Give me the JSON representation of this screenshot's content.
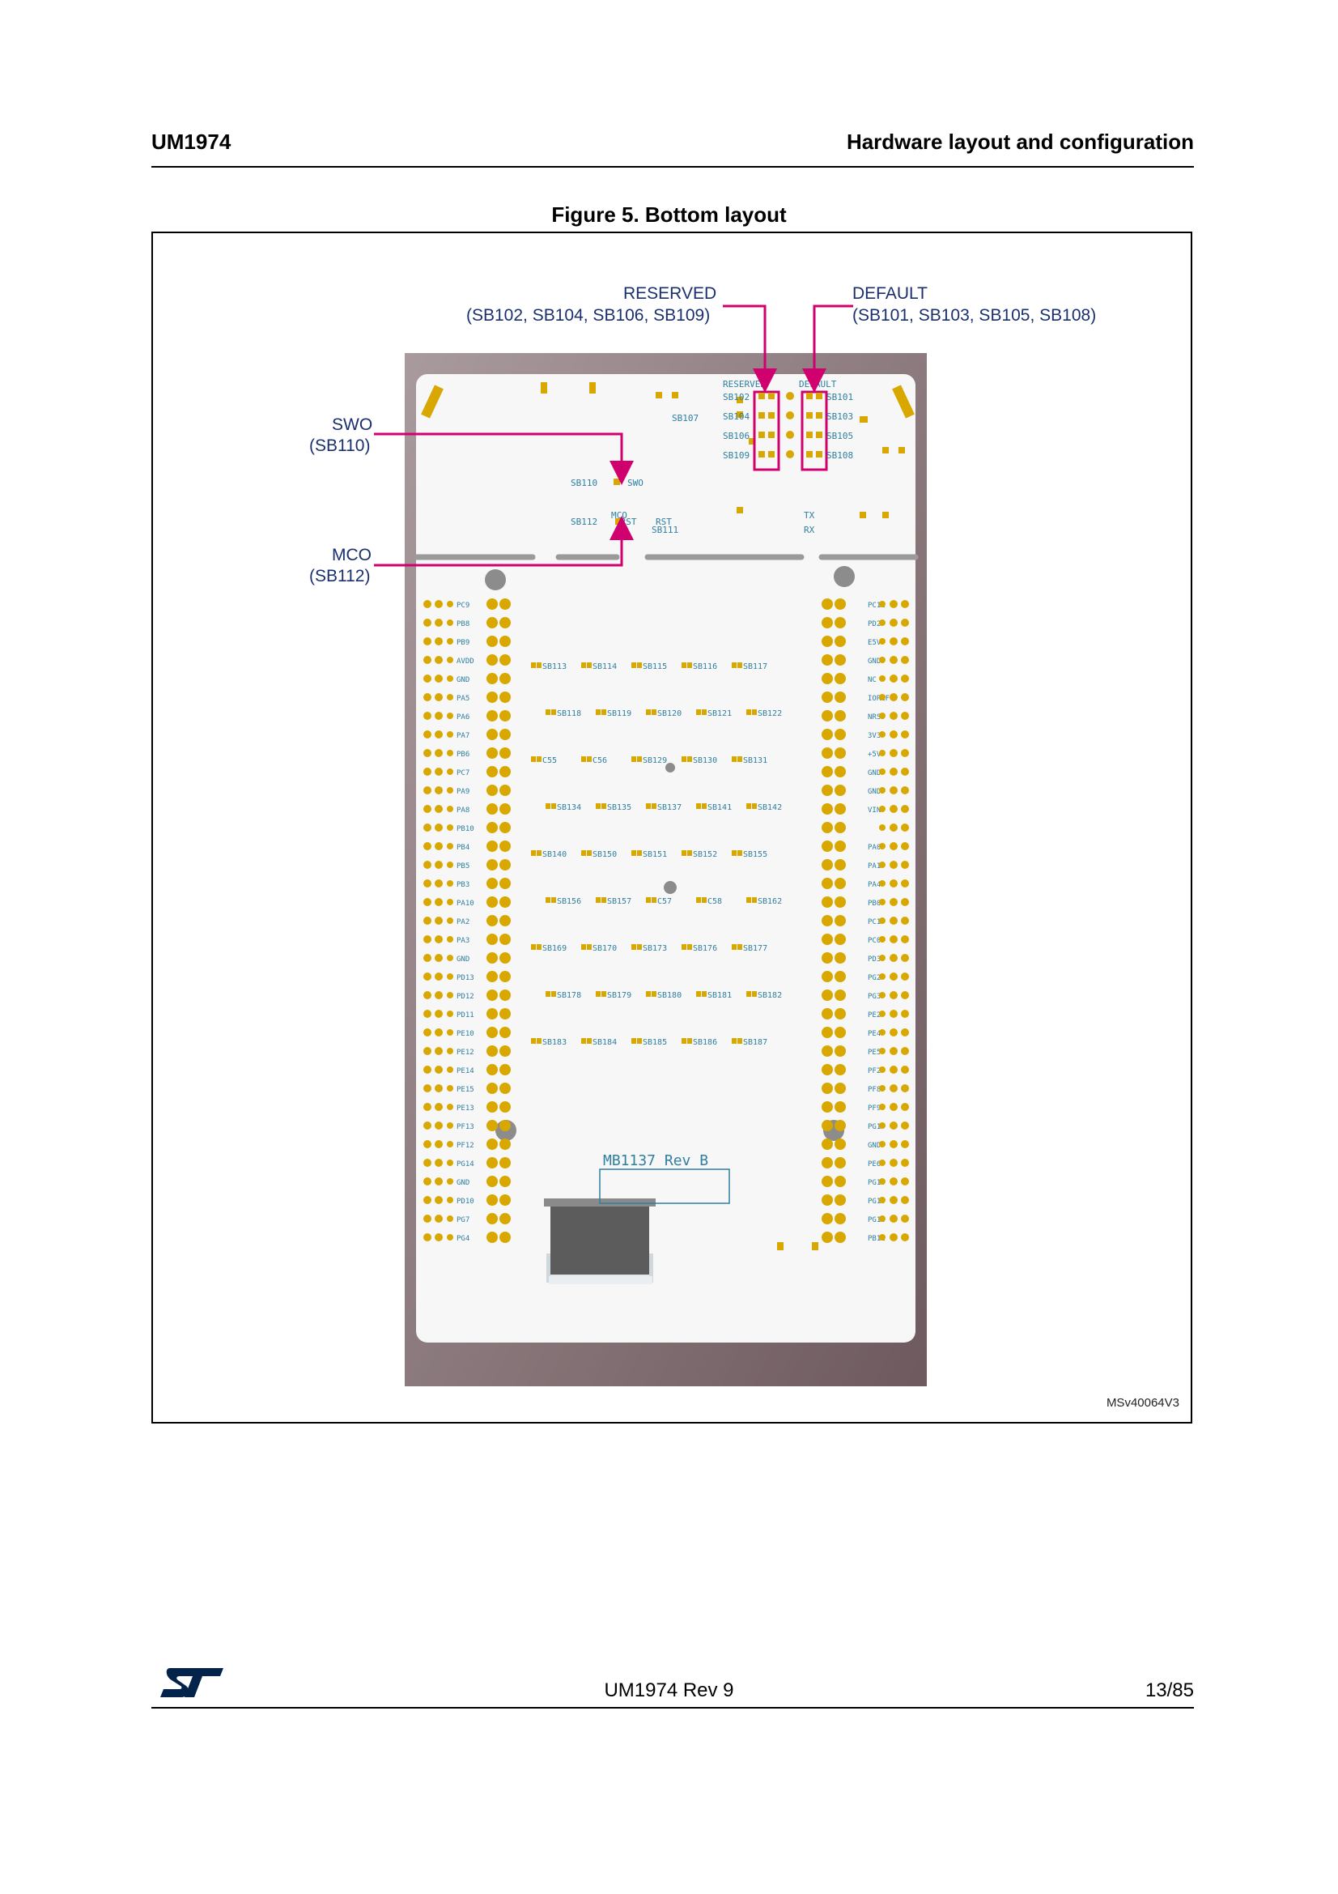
{
  "header": {
    "doc_id": "UM1974",
    "section": "Hardware layout and configuration"
  },
  "figure": {
    "title": "Figure 5. Bottom layout",
    "id_code": "MSv40064V3",
    "callouts": {
      "reserved": {
        "label": "RESERVED",
        "bridges": "(SB102, SB104, SB106, SB109)"
      },
      "default": {
        "label": "DEFAULT",
        "bridges": "(SB101, SB103, SB105, SB108)"
      },
      "swo": {
        "label": "SWO",
        "bridge": "(SB110)"
      },
      "mco": {
        "label": "MCO",
        "bridge": "(SB112)"
      }
    },
    "board": {
      "name": "MB1137 Rev B",
      "silk_top_left": "RESERVED",
      "silk_top_right": "DEFAULT",
      "reserved_bridges": [
        "SB102",
        "SB104",
        "SB106",
        "SB109"
      ],
      "default_bridges": [
        "SB101",
        "SB103",
        "SB105",
        "SB108"
      ],
      "misc_labels": [
        "SB107",
        "SB110",
        "SWO",
        "MCO",
        "SB112",
        "NRST",
        "RST",
        "SB111",
        "TX",
        "RX"
      ],
      "mid_labels": [
        "SB113",
        "SB114",
        "SB115",
        "SB116",
        "SB117",
        "SB118",
        "SB119",
        "SB120",
        "SB121",
        "SB122",
        "C55",
        "C56",
        "SB129",
        "SB130",
        "SB131",
        "SB134",
        "SB135",
        "SB137",
        "SB141",
        "SB142",
        "SB140",
        "SB150",
        "SB151",
        "SB152",
        "SB155",
        "SB156",
        "SB157",
        "C57",
        "C58",
        "SB162",
        "SB169",
        "SB170",
        "SB173",
        "SB176",
        "SB177",
        "SB178",
        "SB179",
        "SB180",
        "SB181",
        "SB182",
        "SB183",
        "SB184",
        "SB185",
        "SB186",
        "SB187"
      ],
      "left_pins": [
        "PC9",
        "PB8",
        "PB9",
        "AVDD",
        "GND",
        "PA5",
        "PA6",
        "PA7",
        "PB6",
        "PC7",
        "PA9",
        "PA8",
        "PB10",
        "PB4",
        "PB5",
        "PB3",
        "PA10",
        "PA2",
        "PA3",
        "GND",
        "PD13",
        "PD12",
        "PD11",
        "PE10",
        "PE12",
        "PE14",
        "PE15",
        "PE13",
        "PF13",
        "PF12",
        "PG14",
        "GND",
        "PD10",
        "PG7",
        "PG4"
      ],
      "right_pins": [
        "PC11",
        "PD2",
        "E5V",
        "GND",
        "NC",
        "IOREF",
        "NRST",
        "3V3",
        "+5V",
        "GND",
        "GND",
        "VIN",
        "",
        "PA0",
        "PA1",
        "PA4",
        "PB0",
        "PC1",
        "PC0",
        "PD3",
        "PG2",
        "PG3",
        "PE2",
        "PE4",
        "PE5",
        "PF2",
        "PF8",
        "PF9",
        "PG1",
        "GND",
        "PE6",
        "PG15",
        "PG10",
        "PG13",
        "PB11"
      ]
    }
  },
  "footer": {
    "doc_rev": "UM1974 Rev 9",
    "page": "13/85"
  }
}
